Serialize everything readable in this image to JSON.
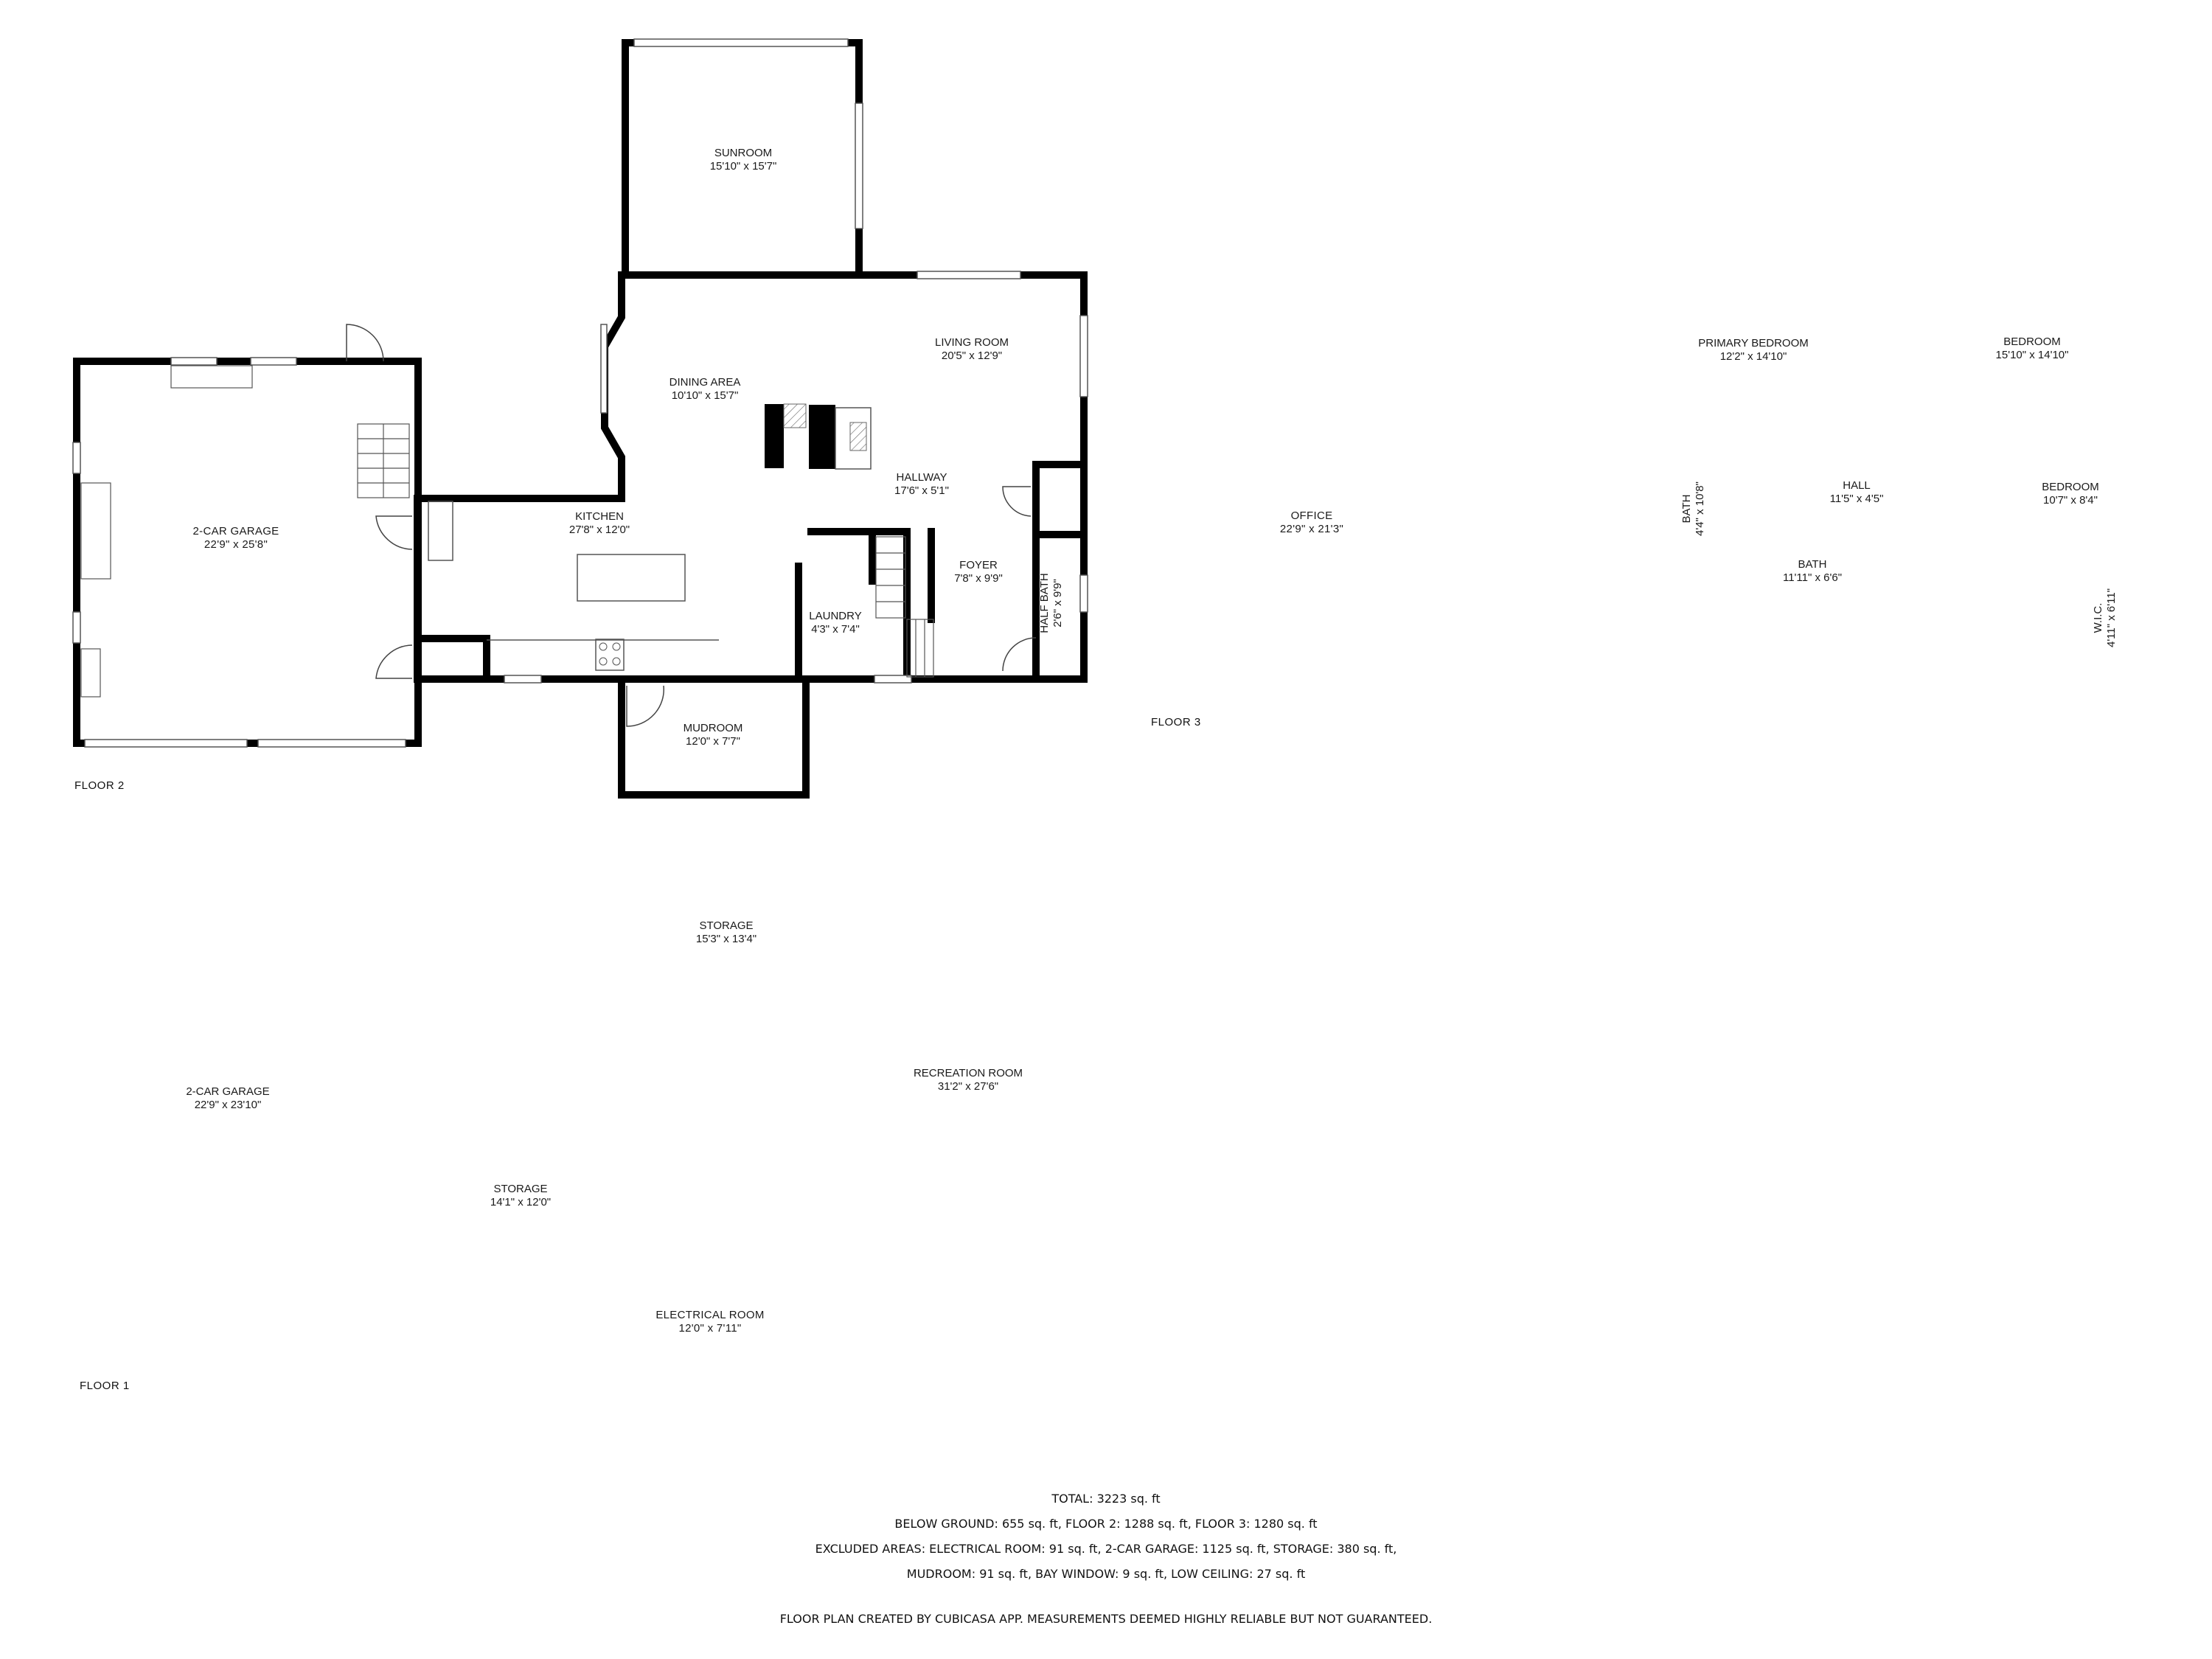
{
  "floors": [
    {
      "id": "floor2",
      "label": "FLOOR 2",
      "rooms": [
        {
          "name": "SUNROOM",
          "dims": "15'10\" x 15'7\""
        },
        {
          "name": "LIVING ROOM",
          "dims": "20'5\" x 12'9\""
        },
        {
          "name": "DINING AREA",
          "dims": "10'10\" x 15'7\""
        },
        {
          "name": "2-CAR GARAGE",
          "dims": "22'9\" x 25'8\""
        },
        {
          "name": "KITCHEN",
          "dims": "27'8\" x 12'0\""
        },
        {
          "name": "HALLWAY",
          "dims": "17'6\" x 5'1\""
        },
        {
          "name": "FOYER",
          "dims": "7'8\" x 9'9\""
        },
        {
          "name": "LAUNDRY",
          "dims": "4'3\" x 7'4\""
        },
        {
          "name": "HALF BATH",
          "dims": "2'6\" x 9'9\""
        },
        {
          "name": "MUDROOM",
          "dims": "12'0\" x 7'7\""
        }
      ]
    },
    {
      "id": "floor3",
      "label": "FLOOR 3",
      "rooms": [
        {
          "name": "OFFICE",
          "dims": "22'9\" x 21'3\""
        },
        {
          "name": "PRIMARY BEDROOM",
          "dims": "12'2\" x 14'10\""
        },
        {
          "name": "BEDROOM",
          "dims": "15'10\" x 14'10\""
        },
        {
          "name": "BEDROOM",
          "dims": "10'7\" x 8'4\""
        },
        {
          "name": "HALL",
          "dims": "11'5\" x 4'5\""
        },
        {
          "name": "BATH",
          "dims": "4'4\" x 10'8\""
        },
        {
          "name": "BATH",
          "dims": "11'11\" x 6'6\""
        },
        {
          "name": "W.I.C.",
          "dims": "4'11\" x 6'11\""
        }
      ]
    },
    {
      "id": "floor1",
      "label": "FLOOR 1",
      "rooms": [
        {
          "name": "STORAGE",
          "dims": "15'3\" x 13'4\""
        },
        {
          "name": "2-CAR GARAGE",
          "dims": "22'9\" x 23'10\""
        },
        {
          "name": "RECREATION ROOM",
          "dims": "31'2\" x 27'6\""
        },
        {
          "name": "STORAGE",
          "dims": "14'1\" x 12'0\""
        },
        {
          "name": "ELECTRICAL ROOM",
          "dims": "12'0\" x 7'11\""
        }
      ]
    }
  ],
  "summary": {
    "total": "TOTAL: 3223 sq. ft",
    "line1": "BELOW GROUND: 655 sq. ft, FLOOR 2: 1288 sq. ft, FLOOR 3: 1280 sq. ft",
    "line2": "EXCLUDED AREAS: ELECTRICAL ROOM: 91 sq. ft, 2-CAR GARAGE: 1125 sq. ft, STORAGE: 380 sq. ft,",
    "line3": "MUDROOM: 91 sq. ft, BAY WINDOW: 9 sq. ft, LOW CEILING: 27 sq. ft",
    "credit": "FLOOR PLAN CREATED BY CUBICASA APP. MEASUREMENTS DEEMED HIGHLY RELIABLE BUT NOT GUARANTEED."
  },
  "colors": {
    "wall": "#000000",
    "background": "#ffffff",
    "fixture": "#555555"
  }
}
